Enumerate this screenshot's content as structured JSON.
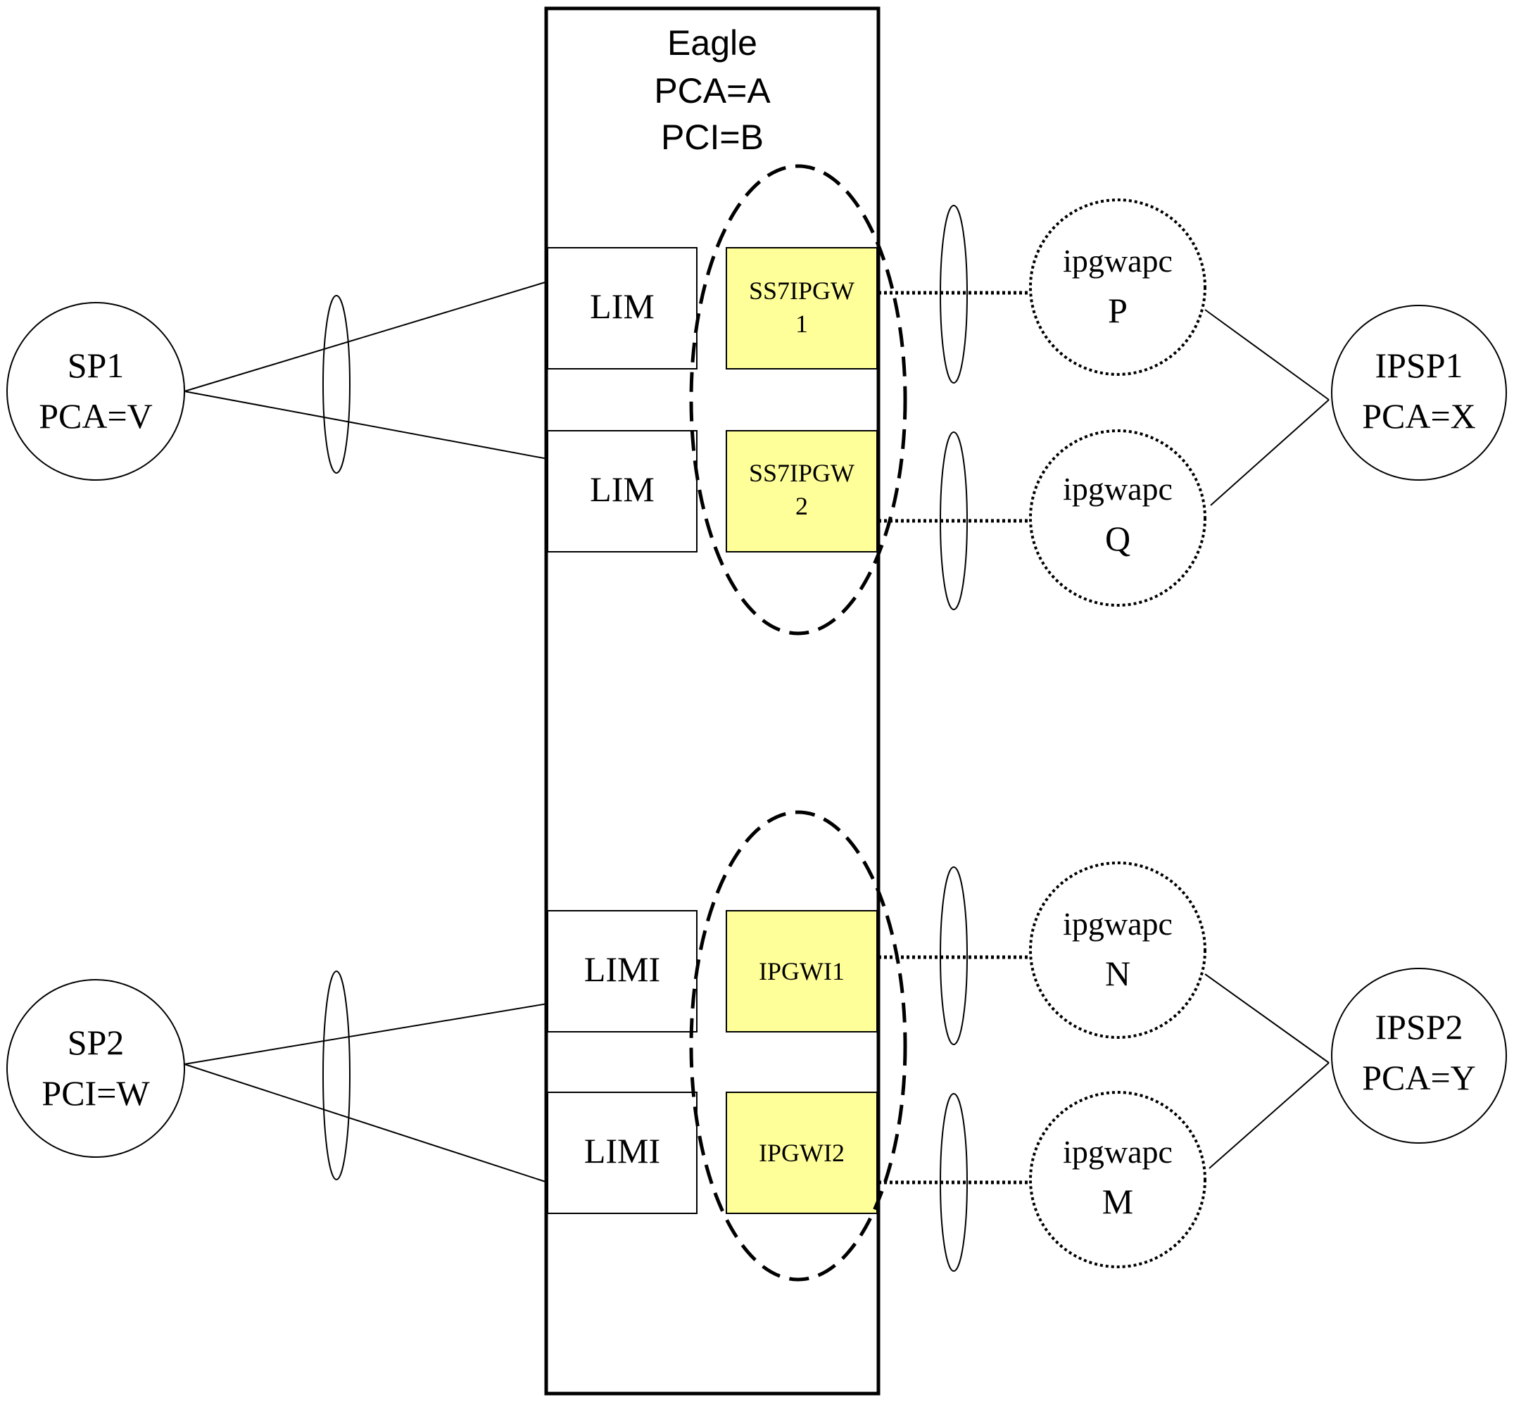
{
  "colors": {
    "card_fill": "#FFFF99",
    "stroke": "#000000",
    "background": "#FFFFFF"
  },
  "eagle": {
    "title": "Eagle",
    "pca": "PCA=A",
    "pci": "PCI=B"
  },
  "lims": {
    "lim1": "LIM",
    "lim2": "LIM",
    "limi1": "LIMI",
    "limi2": "LIMI"
  },
  "cards": {
    "card1": {
      "line1": "SS7IPGW",
      "line2": "1"
    },
    "card2": {
      "line1": "SS7IPGW",
      "line2": "2"
    },
    "card3": {
      "line1": "IPGWI1"
    },
    "card4": {
      "line1": "IPGWI2"
    }
  },
  "nodes": {
    "sp1": {
      "name": "SP1",
      "pc": "PCA=V"
    },
    "sp2": {
      "name": "SP2",
      "pc": "PCI=W"
    },
    "ipsp1": {
      "name": "IPSP1",
      "pc": "PCA=X"
    },
    "ipsp2": {
      "name": "IPSP2",
      "pc": "PCA=Y"
    }
  },
  "ipgwapc": {
    "p": {
      "label": "ipgwapc",
      "id": "P"
    },
    "q": {
      "label": "ipgwapc",
      "id": "Q"
    },
    "n": {
      "label": "ipgwapc",
      "id": "N"
    },
    "m": {
      "label": "ipgwapc",
      "id": "M"
    }
  }
}
